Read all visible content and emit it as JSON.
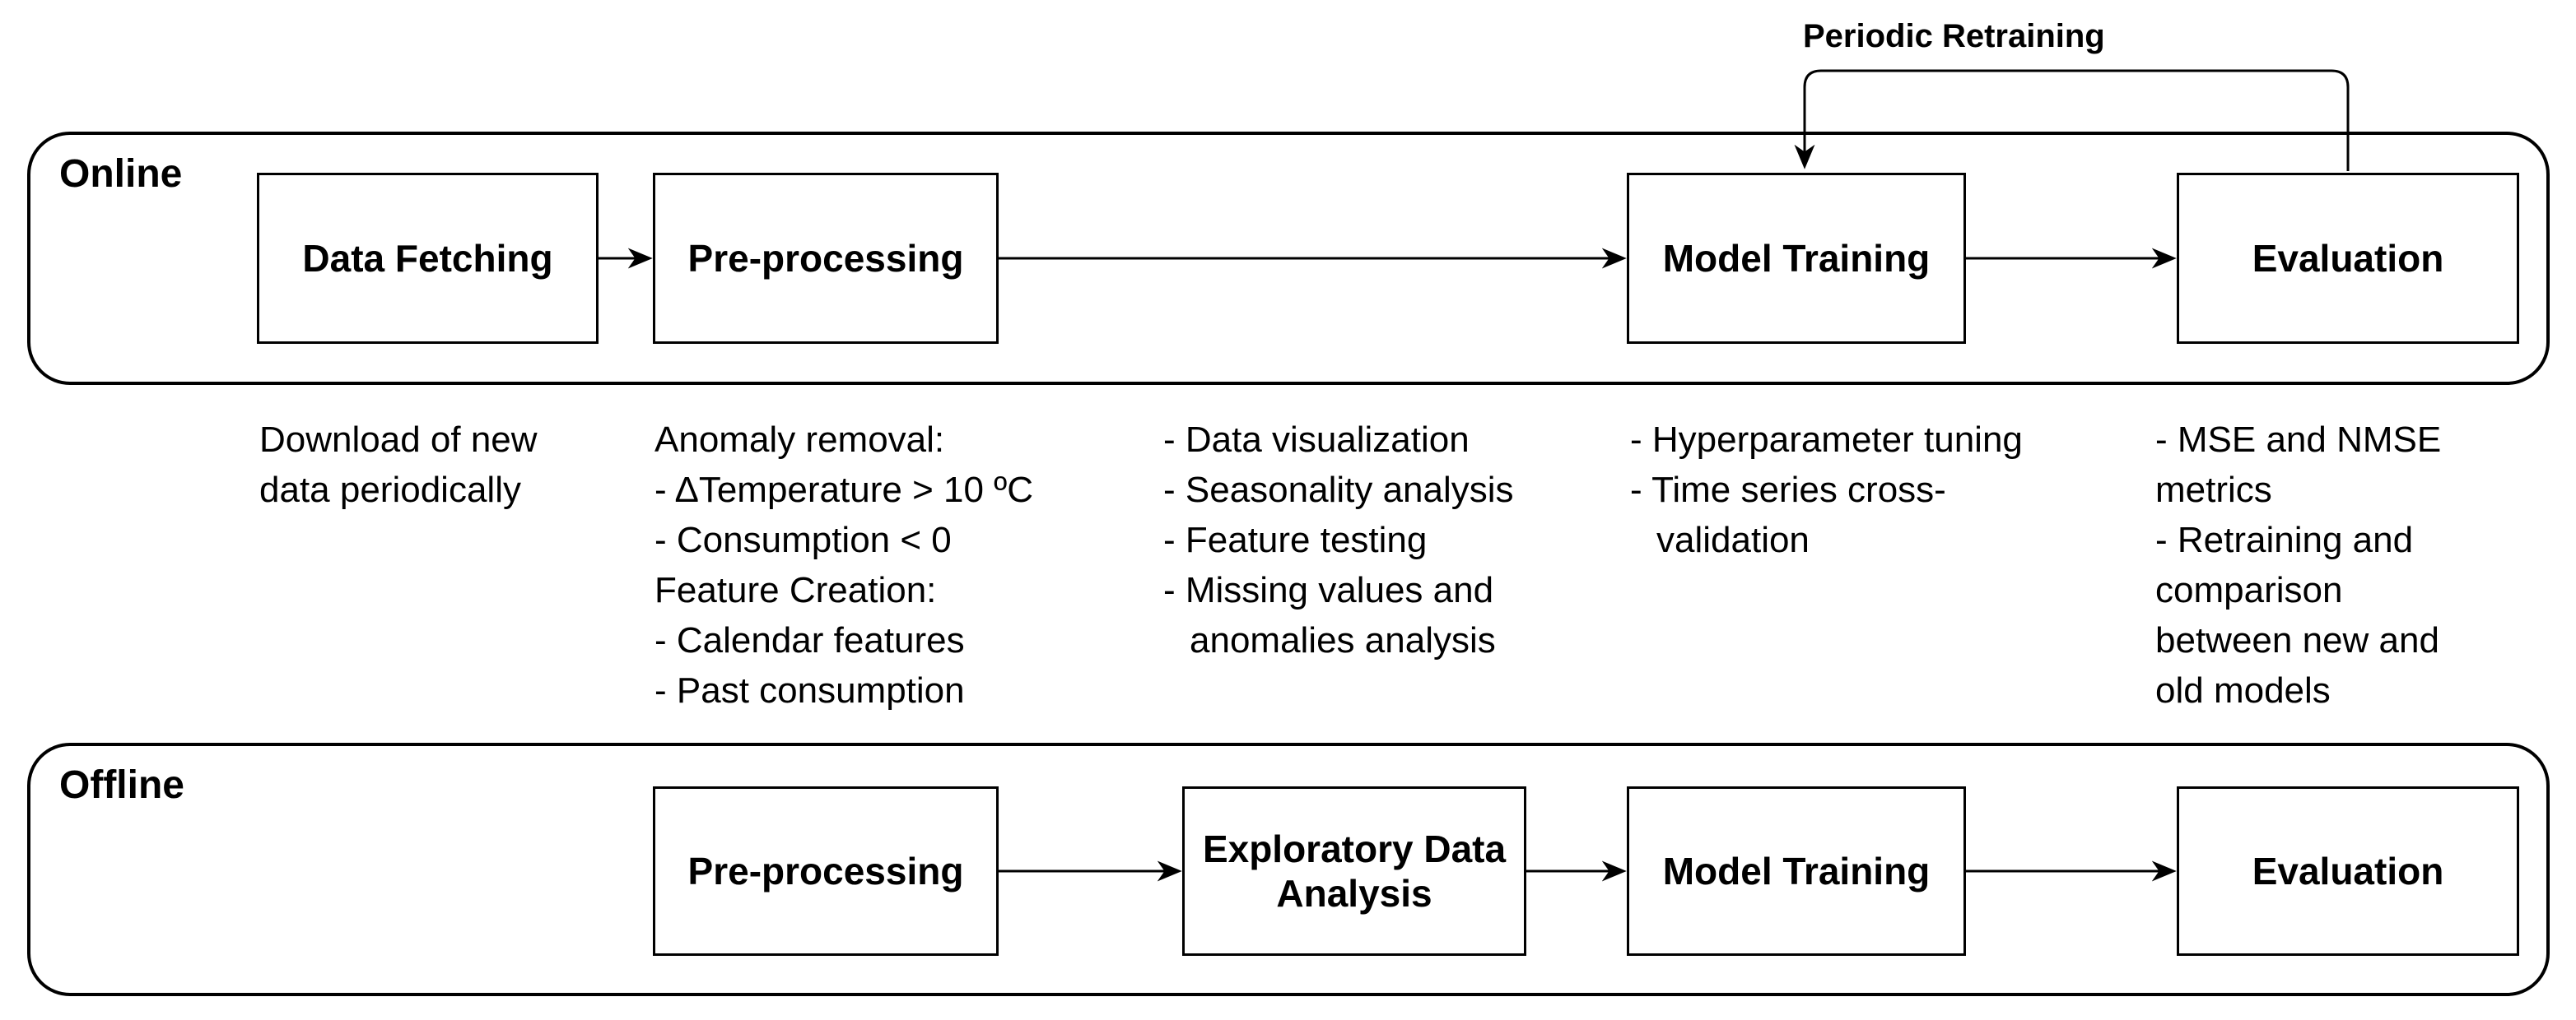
{
  "loop_label": "Periodic Retraining",
  "sections": {
    "online": {
      "label": "Online",
      "steps": [
        "Data Fetching",
        "Pre-processing",
        "Model Training",
        "Evaluation"
      ]
    },
    "offline": {
      "label": "Offline",
      "steps": [
        "Pre-processing",
        "Exploratory Data Analysis",
        "Model Training",
        "Evaluation"
      ]
    }
  },
  "annotations": {
    "data_fetching": [
      "Download of new",
      "data periodically"
    ],
    "pre_processing": [
      "Anomaly removal:",
      "- ΔTemperature > 10 ºC",
      "- Consumption < 0",
      "Feature Creation:",
      "- Calendar features",
      "- Past consumption"
    ],
    "exploratory_data_analysis": [
      "- Data visualization",
      "- Seasonality analysis",
      "- Feature testing",
      "- Missing values and",
      "anomalies analysis"
    ],
    "model_training": [
      "- Hyperparameter tuning",
      "- Time series cross-",
      "validation"
    ],
    "evaluation": [
      "- MSE and NMSE",
      "metrics",
      "- Retraining and",
      "comparison",
      "between new and",
      "old models"
    ]
  },
  "colors": {
    "stroke": "#000000",
    "text": "#000000",
    "background": "#ffffff"
  }
}
